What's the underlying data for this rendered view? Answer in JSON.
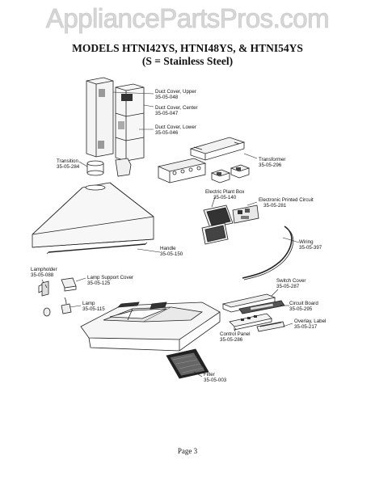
{
  "watermark": "AppliancePartsPros.com",
  "title_line1": "MODELS HTNI42YS, HTNI48YS, & HTNI54YS",
  "title_line2": "(S = Stainless Steel)",
  "parts": {
    "duct_cover_upper": {
      "name": "Duct Cover, Upper",
      "number": "35-05-048"
    },
    "duct_cover_center": {
      "name": "Duct Cover, Center",
      "number": "35-05-047"
    },
    "duct_cover_lower": {
      "name": "Duct Cover, Lower",
      "number": "35-05-046"
    },
    "transition": {
      "name": "Transition",
      "number": "35-05-284"
    },
    "transformer": {
      "name": "Transformer",
      "number": "35-05-296"
    },
    "electric_plant_box": {
      "name": "Electric Plant Box",
      "number": "35-05-140"
    },
    "electronic_printed_circuit": {
      "name": "Electronic Printed Circuit",
      "number": "35-05-281"
    },
    "handle": {
      "name": "Handle",
      "number": "35-05-150"
    },
    "wiring": {
      "name": "Wiring",
      "number": "35-05-397"
    },
    "lampholder": {
      "name": "Lampholder",
      "number": "35-05-088"
    },
    "lamp_support_cover": {
      "name": "Lamp Support Cover",
      "number": "35-05-125"
    },
    "lamp": {
      "name": "Lamp",
      "number": "35-05-115"
    },
    "switch_cover": {
      "name": "Switch Cover",
      "number": "35-05-287"
    },
    "circuit_board": {
      "name": "Circuit Board",
      "number": "35-05-295"
    },
    "control_panel": {
      "name": "Control Panel",
      "number": "35-05-286"
    },
    "overlay_label": {
      "name": "Overlay, Label",
      "number": "35-05-217"
    },
    "filter": {
      "name": "Filter",
      "number": "35-05-003"
    }
  },
  "page_label": "Page 3"
}
